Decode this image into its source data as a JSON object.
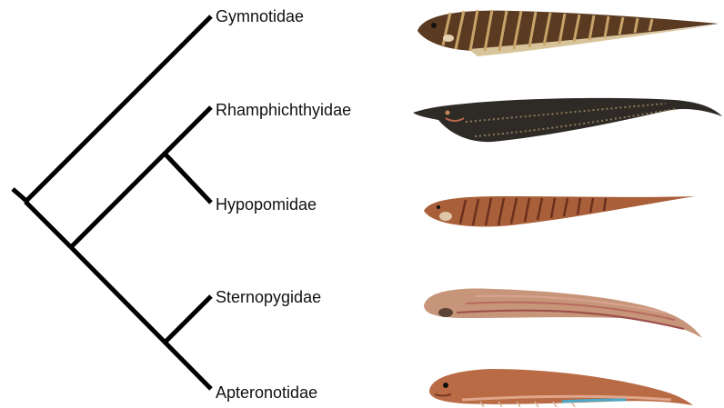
{
  "taxa": [
    {
      "label": "Gymnotidae",
      "fish_icon": "banded-knifefish-photo",
      "body_color": "#5a3b22",
      "band_color": "#c9a36a",
      "pattern": "bands"
    },
    {
      "label": "Rhamphichthyidae",
      "fish_icon": "long-snout-knifefish-photo",
      "body_color": "#2e2a25",
      "band_color": "#8a7a5a",
      "pattern": "dots"
    },
    {
      "label": "Hypopomidae",
      "fish_icon": "spotted-knifefish-photo",
      "body_color": "#a9603a",
      "band_color": "#6b2f1e",
      "pattern": "bars"
    },
    {
      "label": "Sternopygidae",
      "fish_icon": "glass-knifefish-photo",
      "body_color": "#c79579",
      "band_color": "#9c4f4a",
      "pattern": "stripes"
    },
    {
      "label": "Apteronotidae",
      "fish_icon": "ghost-knifefish-photo",
      "body_color": "#b86b45",
      "band_color": "#e0a58a",
      "pattern": "plain"
    }
  ],
  "colors": {
    "branch": "#000000",
    "label": "#111111"
  }
}
